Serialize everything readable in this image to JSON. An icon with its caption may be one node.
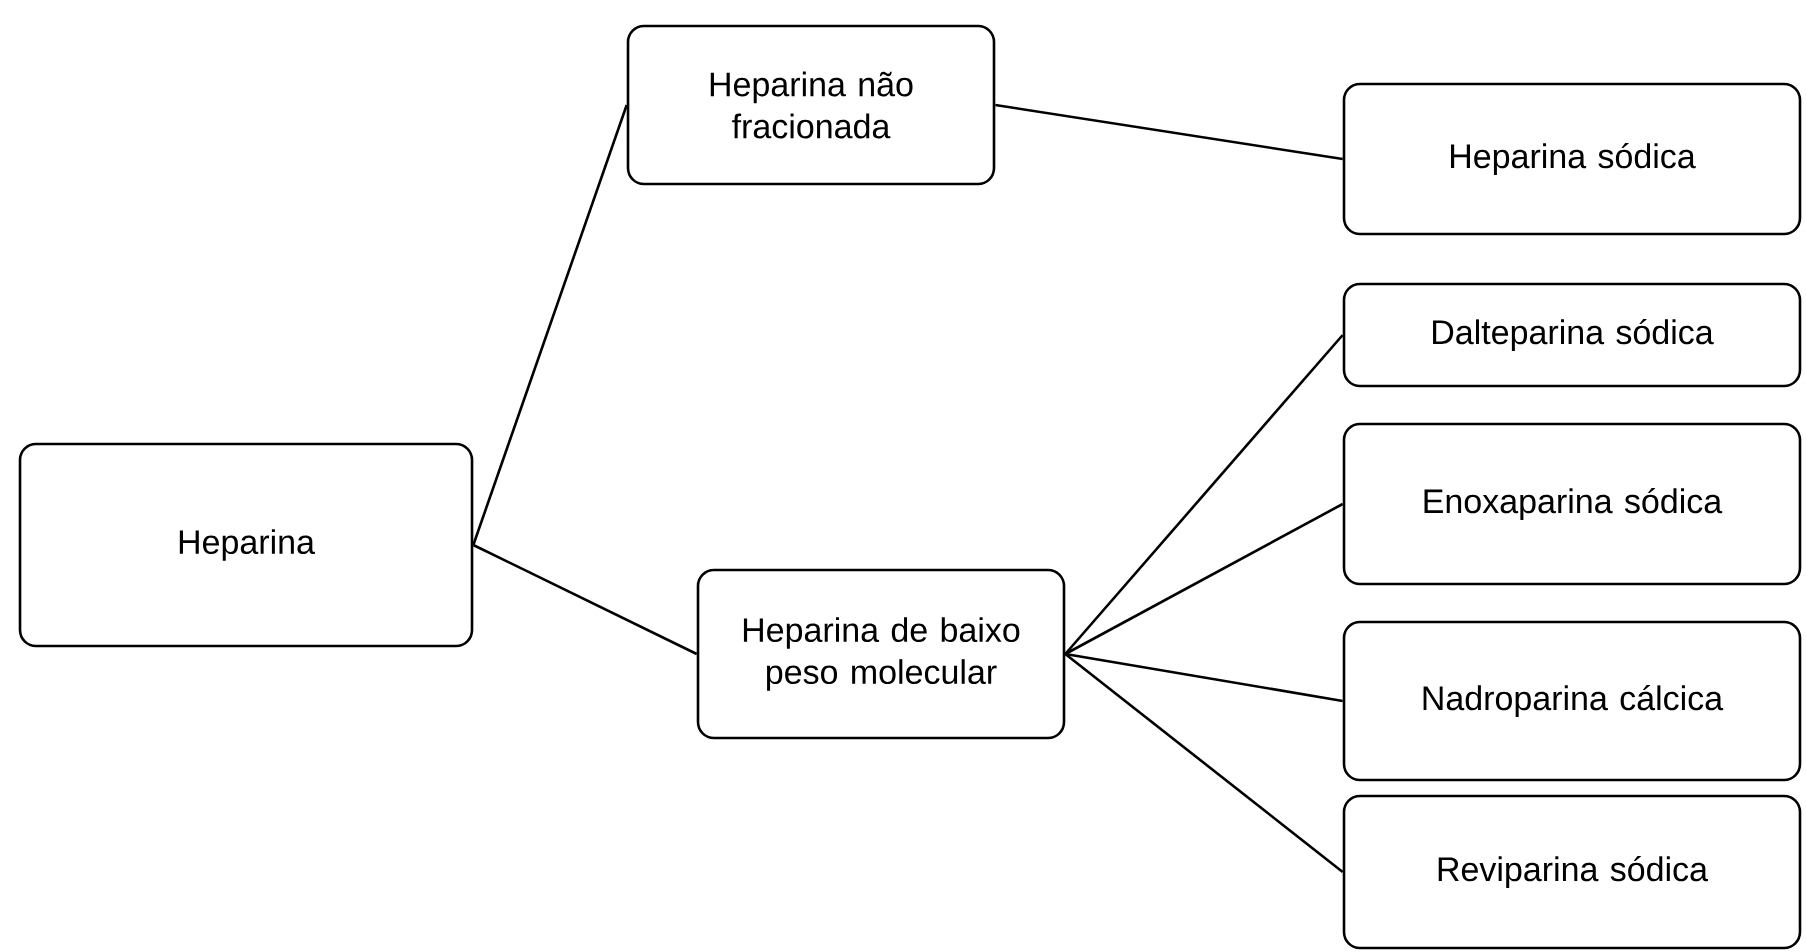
{
  "diagram": {
    "nodes": [
      {
        "text": [
          "Heparina"
        ]
      },
      {
        "text": [
          "Heparina não fracionada"
        ]
      },
      {
        "text": [
          "Heparina de baixo peso molecular"
        ]
      },
      {
        "text": [
          "Heparina sódica"
        ]
      },
      {
        "text": [
          "Dalteparina sódica"
        ]
      },
      {
        "text": [
          "Enoxaparina sódica"
        ]
      },
      {
        "text": [
          "Nadroparina cálcica"
        ]
      },
      {
        "text": [
          "Reviparina sódica"
        ]
      }
    ],
    "edges": [
      {
        "from": 0,
        "to": 1,
        "arrow": "none"
      },
      {
        "from": 0,
        "to": 2,
        "arrow": "none"
      },
      {
        "from": 1,
        "to": 3,
        "arrow": "none"
      },
      {
        "from": 2,
        "to": 4,
        "arrow": "none"
      },
      {
        "from": 2,
        "to": 5,
        "arrow": "none"
      },
      {
        "from": 2,
        "to": 6,
        "arrow": "none"
      },
      {
        "from": 2,
        "to": 7,
        "arrow": "none"
      }
    ]
  }
}
